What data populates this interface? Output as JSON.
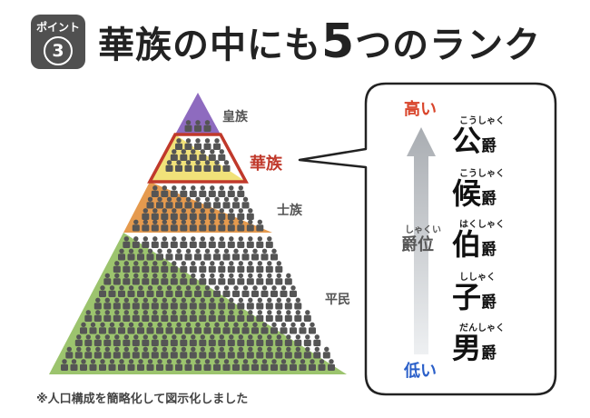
{
  "header": {
    "badge_label": "ポイント",
    "badge_number": "3",
    "title_part1": "華族の中にも",
    "title_number": "5",
    "title_part2": "つのランク"
  },
  "pyramid": {
    "tiers": [
      {
        "label": "皇族",
        "color": "#8e6bbf",
        "highlight": false
      },
      {
        "label": "華族",
        "color": "#f1e27a",
        "highlight": true
      },
      {
        "label": "士族",
        "color": "#e59a4e",
        "highlight": false
      },
      {
        "label": "平民",
        "color": "#9cc46e",
        "highlight": false
      }
    ],
    "highlight_color": "#c0392b",
    "figure_color": "#555555"
  },
  "ranks_panel": {
    "high_label": "高い",
    "low_label": "低い",
    "high_color": "#d9452b",
    "low_color": "#2a5fc9",
    "axis_label": "爵位",
    "axis_ruby": "しゃくい",
    "ranks": [
      {
        "char": "公",
        "suffix": "爵",
        "ruby": "こうしゃく"
      },
      {
        "char": "候",
        "suffix": "爵",
        "ruby": "こうしゃく"
      },
      {
        "char": "伯",
        "suffix": "爵",
        "ruby": "はくしゃく"
      },
      {
        "char": "子",
        "suffix": "爵",
        "ruby": "ししゃく"
      },
      {
        "char": "男",
        "suffix": "爵",
        "ruby": "だんしゃく"
      }
    ]
  },
  "footnote": "※人口構成を簡略化して図示化しました"
}
